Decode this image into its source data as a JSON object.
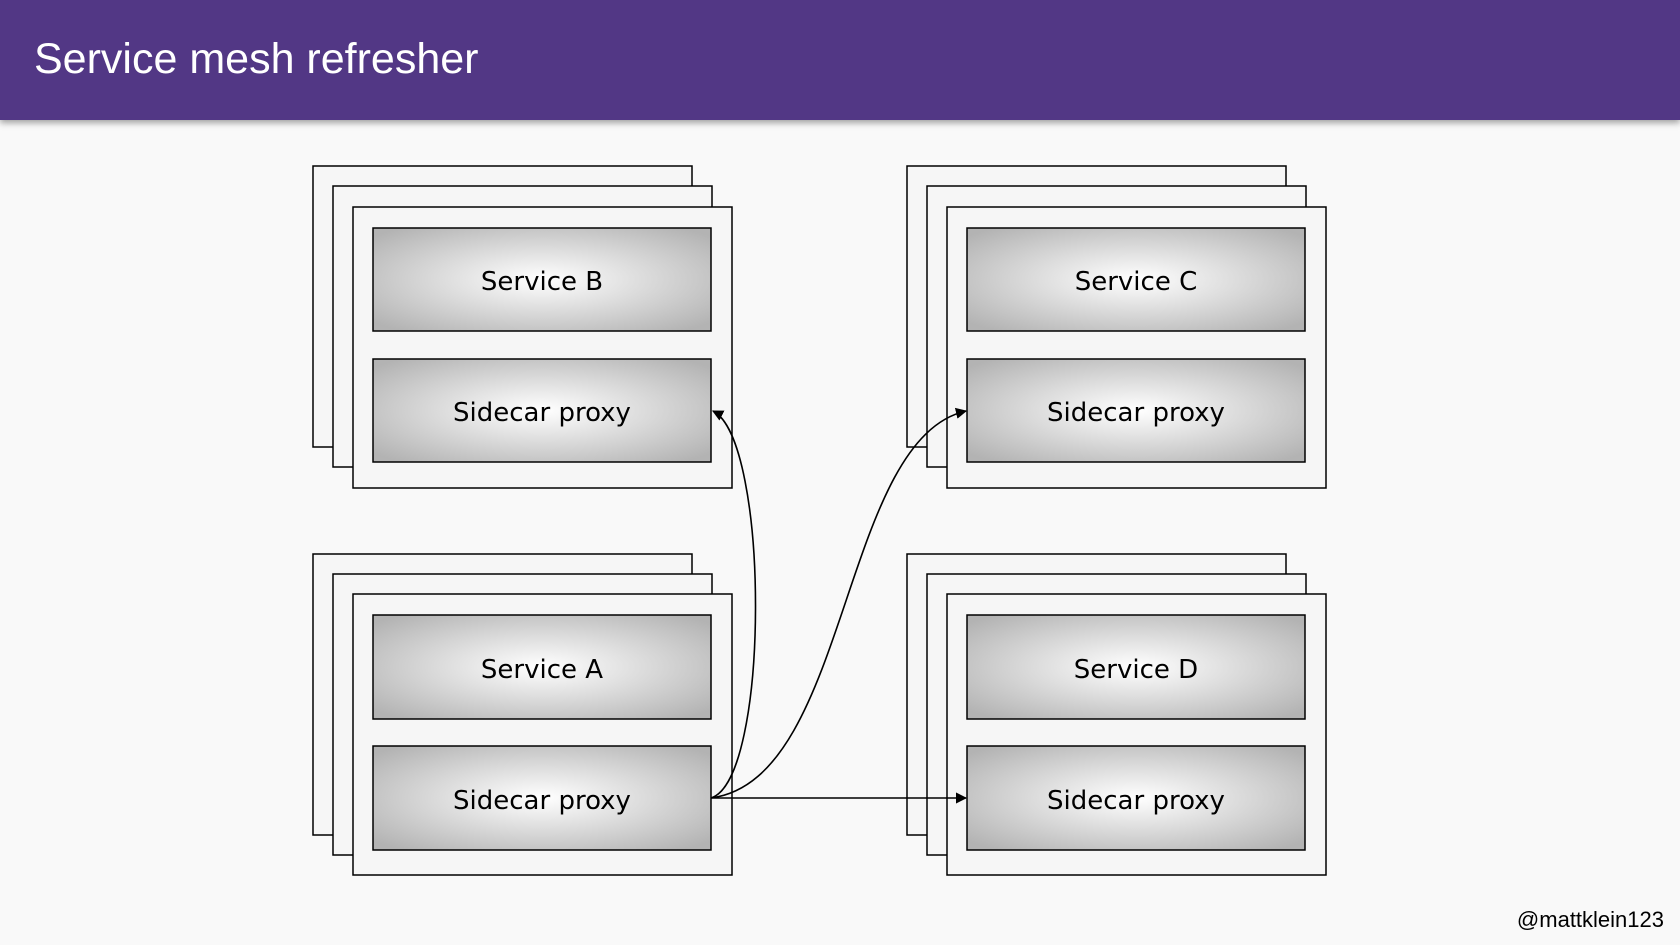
{
  "header": {
    "title": "Service mesh refresher",
    "background": "#523785"
  },
  "diagram": {
    "nodes": [
      {
        "id": "b",
        "service_label": "Service B",
        "proxy_label": "Sidecar proxy"
      },
      {
        "id": "c",
        "service_label": "Service C",
        "proxy_label": "Sidecar proxy"
      },
      {
        "id": "a",
        "service_label": "Service A",
        "proxy_label": "Sidecar proxy"
      },
      {
        "id": "d",
        "service_label": "Service D",
        "proxy_label": "Sidecar proxy"
      }
    ],
    "edges": [
      {
        "from": "a",
        "to": "b"
      },
      {
        "from": "a",
        "to": "c"
      },
      {
        "from": "a",
        "to": "d"
      }
    ]
  },
  "footer": {
    "handle": "@mattklein123"
  }
}
